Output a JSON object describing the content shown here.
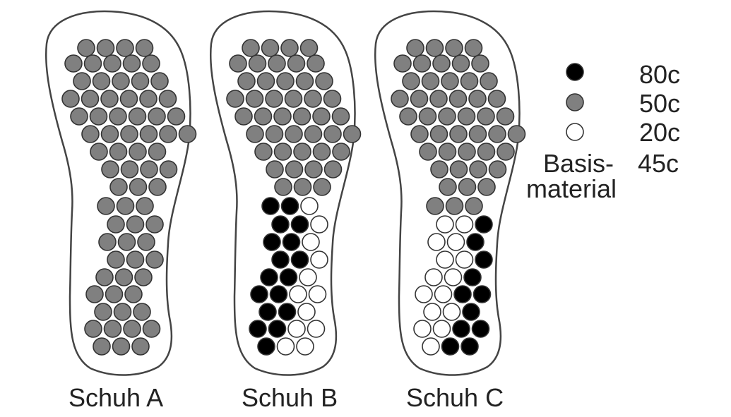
{
  "colors": {
    "80c": "#000000",
    "50c": "#808080",
    "20c": "#ffffff",
    "outline": "#444444"
  },
  "legend": {
    "items": [
      {
        "swatch": "black-circle",
        "value": "80c"
      },
      {
        "swatch": "gray-circle",
        "value": "50c"
      },
      {
        "swatch": "white-circle",
        "value": "20c"
      }
    ],
    "base_label_line1": "Basis-",
    "base_label_line2": "material",
    "base_value": "45c"
  },
  "shoes": [
    {
      "label": "Schuh A"
    },
    {
      "label": "Schuh B"
    },
    {
      "label": "Schuh C"
    }
  ],
  "rows": [
    {
      "pattern_a": "gggg",
      "pattern_b": "gggg",
      "pattern_c": "gggg"
    },
    {
      "pattern_a": "ggggg",
      "pattern_b": "ggggg",
      "pattern_c": "ggggg"
    },
    {
      "pattern_a": "ggggg",
      "pattern_b": "ggggg",
      "pattern_c": "ggggg"
    },
    {
      "pattern_a": "gggggg",
      "pattern_b": "gggggg",
      "pattern_c": "gggggg"
    },
    {
      "pattern_a": "gggggg",
      "pattern_b": "gggggg",
      "pattern_c": "gggggg"
    },
    {
      "pattern_a": "gggggg",
      "pattern_b": "gggggg",
      "pattern_c": "gggggg"
    },
    {
      "pattern_a": "gggg",
      "pattern_b": "ggggg",
      "pattern_c": "ggggg"
    },
    {
      "pattern_a": "gggg",
      "pattern_b": "gggg",
      "pattern_c": "gggg"
    },
    {
      "pattern_a": "ggg",
      "pattern_b": "ggg",
      "pattern_c": "ggg"
    },
    {
      "pattern_a": "ggg",
      "pattern_b": "bbw",
      "pattern_c": "ggg"
    },
    {
      "pattern_a": "ggg",
      "pattern_b": "bbw",
      "pattern_c": "wwb"
    },
    {
      "pattern_a": "ggg",
      "pattern_b": "bbw",
      "pattern_c": "wwb"
    },
    {
      "pattern_a": "ggg",
      "pattern_b": "bbw",
      "pattern_c": "wwb"
    },
    {
      "pattern_a": "ggg",
      "pattern_b": "bbw",
      "pattern_c": "wwb"
    },
    {
      "pattern_a": "ggg",
      "pattern_b": "bbww",
      "pattern_c": "wwbb"
    },
    {
      "pattern_a": "ggg",
      "pattern_b": "bbw",
      "pattern_c": "wwb"
    },
    {
      "pattern_a": "gggg",
      "pattern_b": "bbww",
      "pattern_c": "wwbb"
    },
    {
      "pattern_a": "ggg",
      "pattern_b": "bww",
      "pattern_c": "wbb"
    }
  ]
}
